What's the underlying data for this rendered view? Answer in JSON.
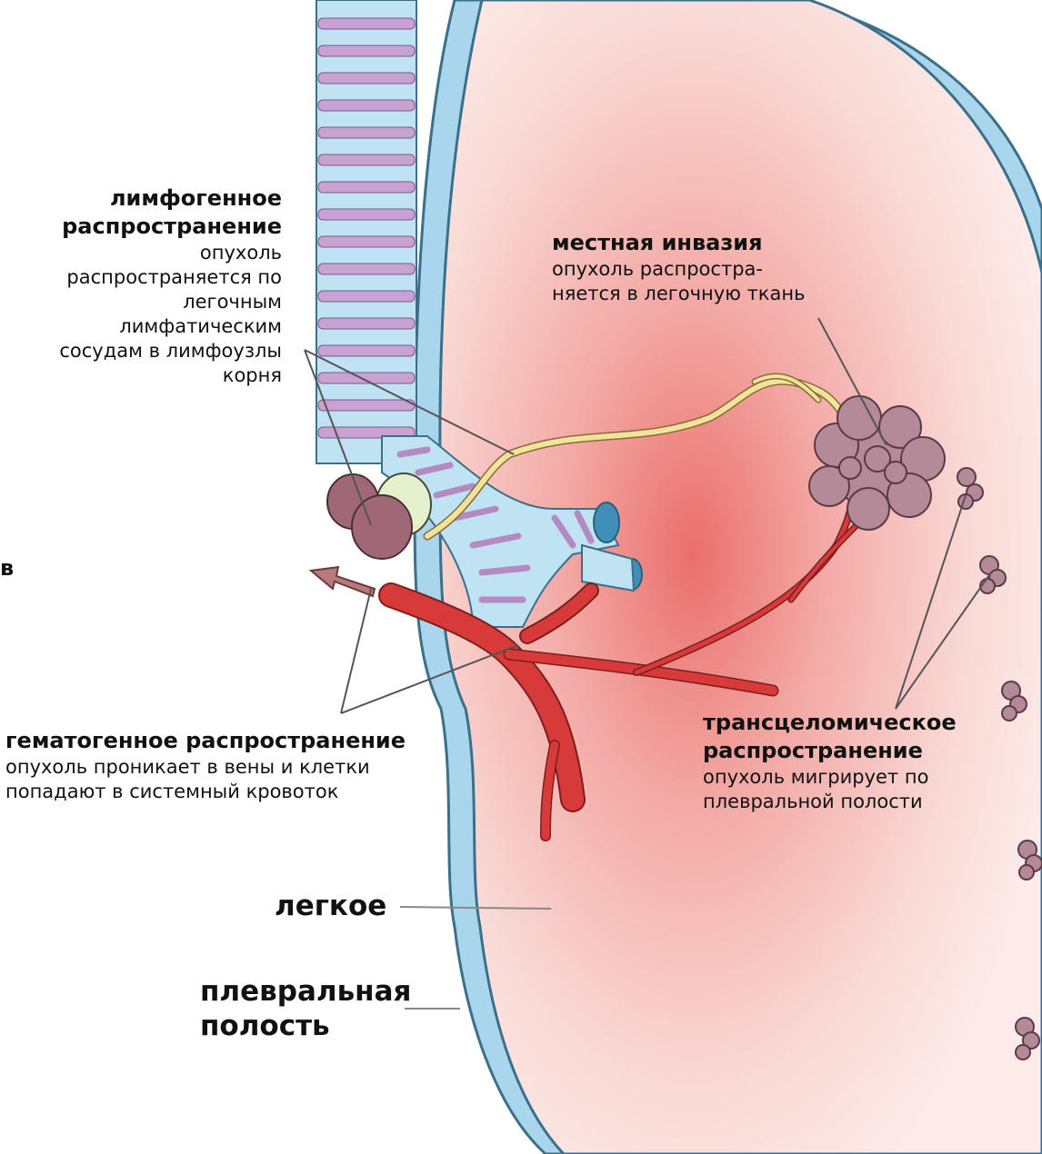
{
  "labels": {
    "lymphogenous": {
      "title_line1": "лимфогенное",
      "title_line2": "распространение",
      "desc_lines": [
        "опухоль",
        "распространяется по",
        "легочным",
        "лимфатическим",
        "сосудам в лимфоузлы",
        "корня"
      ]
    },
    "local": {
      "title": "местная инвазия",
      "desc_lines": [
        "опухоль распростра-",
        "няется в легочную ткань"
      ]
    },
    "hematogenous": {
      "title": "гематогенное распространение",
      "desc_lines": [
        "опухоль проникает в вены и клетки",
        "попадают в системный кровоток"
      ]
    },
    "transcoelomic": {
      "title_line1": "трансцеломическое",
      "title_line2": "распространение",
      "desc_lines": [
        "опухоль мигрирует по",
        "плевральной полости"
      ]
    },
    "lung": "легкое",
    "pleural_line1": "плевральная",
    "pleural_line2": "полость",
    "cut_letter": "в"
  },
  "colors": {
    "lung_fill": "#f7c9c6",
    "pleura": "#aedbef",
    "bronchus": "#bfe3f2",
    "bronchus_ring": "#c9a2d4",
    "artery": "#d83a3a",
    "lymph_vessel": "#f0e39a",
    "tumor": "#b48a98"
  }
}
